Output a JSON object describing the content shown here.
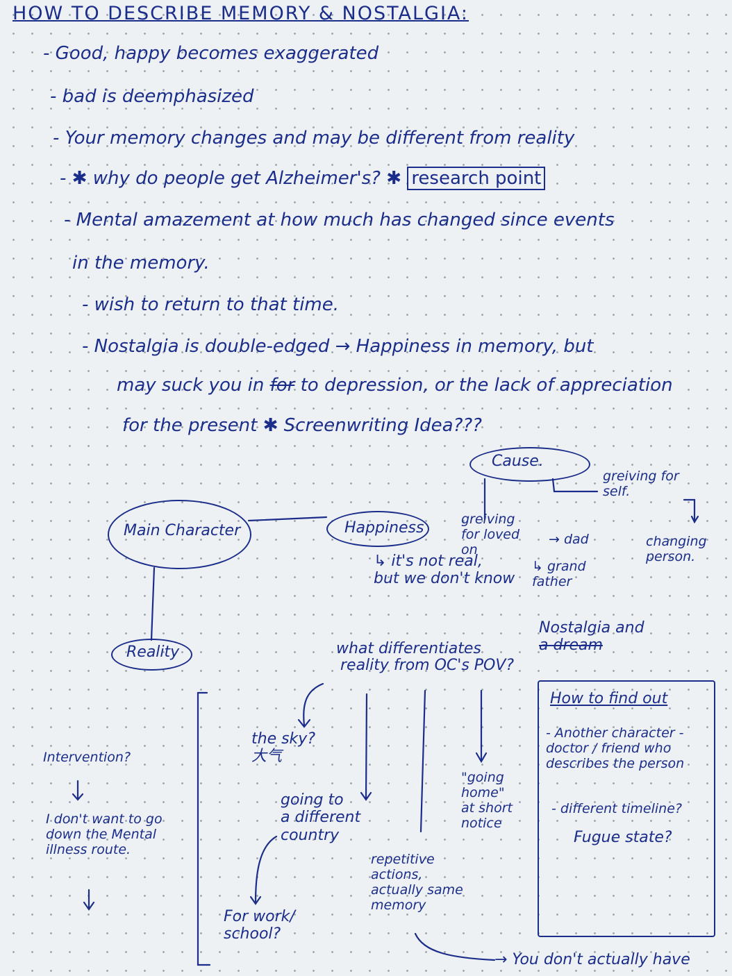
{
  "title": "HOW TO DESCRIBE MEMORY & NOSTALGIA:",
  "notes": {
    "b1": "- Good, happy becomes exaggerated",
    "b2": "- bad is deemphasized",
    "b3": "- Your memory changes and may be different from reality",
    "b4a": "- ✱ why do people get Alzheimer's? ✱",
    "b4box": "research point",
    "b5a": "- Mental amazement at how much has changed since events",
    "b5b": "in the memory.",
    "b6": "- wish to return to that time.",
    "b7a": "- Nostalgia is double-edged → Happiness in memory, but",
    "b7b_pre": "may suck you in",
    "b7b_struck": "for",
    "b7b_post": "to depression, or the lack of appreciation",
    "b7c": "for the present  ✱  Screenwriting Idea???"
  },
  "map": {
    "main_character": "Main Character",
    "happiness": "Happiness",
    "not_real": "↳ it's not real,\nbut we don't know",
    "cause": "Cause.",
    "grieving_self": "greiving for\nself.",
    "changing_person": "changing\nperson.",
    "grieving_loved": "greiving\nfor loved\non",
    "dad": "→ dad",
    "grandfather": "↳ grand\nfather",
    "reality": "Reality",
    "question_pre": "what differentiates",
    "question_nostalgia": "Nostalgia and",
    "question_struck": "a dream",
    "question_post": "reality from OC's POV?",
    "sky": "the sky?\n大气",
    "intervention": "Intervention?",
    "intervention_note": "I don't want to go\ndown the Mental\nillness route.",
    "going_country": "going to\na different\ncountry",
    "for_work": "For work/\nschool?",
    "going_home": "\"going\nhome\"\nat short\nnotice",
    "repetitive": "repetitive\nactions,\nactually same\nmemory",
    "not_actually": "→ You don't actually have"
  },
  "sidebox": {
    "heading": "How to find out",
    "line1": "- Another character -\ndoctor / friend who\ndescribes the person",
    "line2": "- different timeline?",
    "line3": "Fugue state?"
  }
}
